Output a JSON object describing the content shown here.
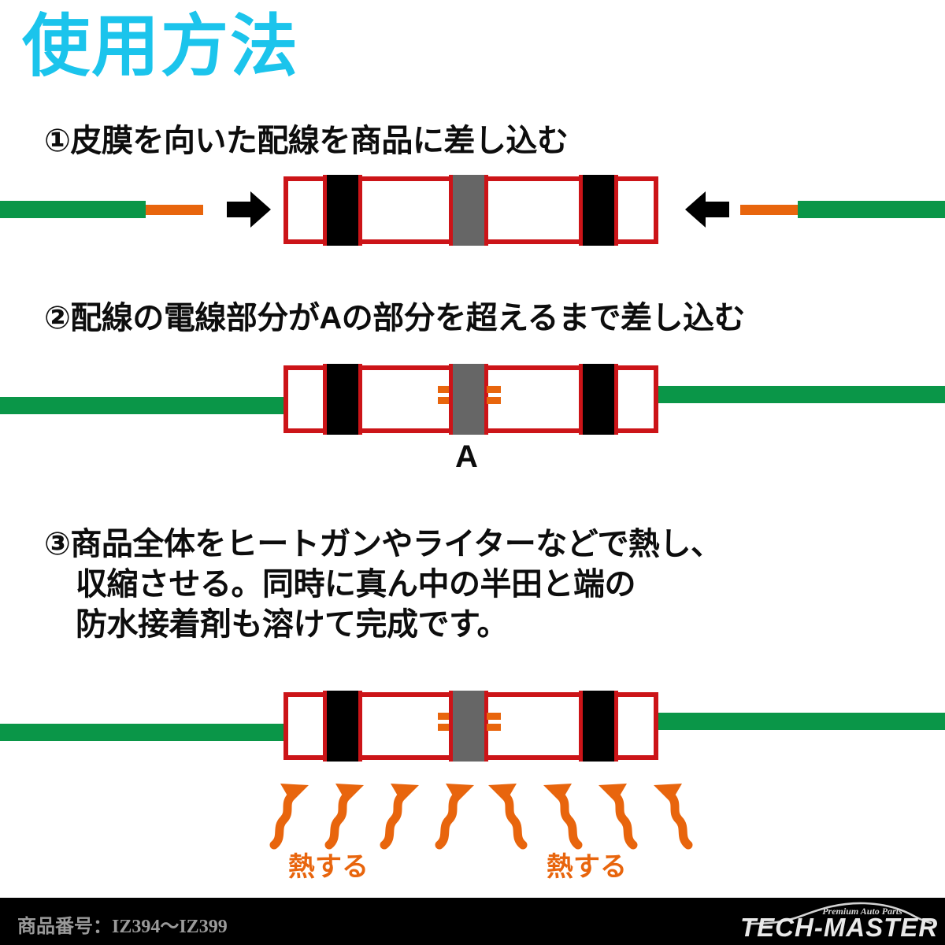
{
  "title": "使用方法",
  "title_color": "#1BC4EC",
  "steps": [
    {
      "id": "step1",
      "text": "①皮膜を向いた配線を商品に差し込む",
      "lines": [
        "①皮膜を向いた配線を商品に差し込む"
      ]
    },
    {
      "id": "step2",
      "text": "②配線の電線部分がAの部分を超えるまで差し込む",
      "lines": [
        "②配線の電線部分がAの部分を超えるまで差し込む"
      ]
    },
    {
      "id": "step3",
      "text": "③商品全体をヒートガンやライターなどで熱し、収縮させる。同時に真ん中の半田と端の防水接着剤も溶けて完成です。",
      "lines": [
        "③商品全体をヒートガンやライターなどで熱し、",
        "収縮させる。同時に真ん中の半田と端の",
        "防水接着剤も溶けて完成です。"
      ]
    }
  ],
  "diagram": {
    "solder_label": "A",
    "heat_label_left": "熱する",
    "heat_label_right": "熱する",
    "colors": {
      "wire_green": "#0A9648",
      "wire_copper_orange": "#E8650D",
      "sleeve_outline_red": "#CC1418",
      "adhesive_band_black": "#000000",
      "solder_ring_gray": "#666666",
      "heat_arrow_orange": "#E8650D",
      "insert_arrow_black": "#000000"
    }
  },
  "footer": {
    "product_code": "商品番号：IZ394〜IZ399",
    "brand": "TECH-MASTER",
    "tagline": "Premium Auto Parts",
    "background": "#000000"
  }
}
